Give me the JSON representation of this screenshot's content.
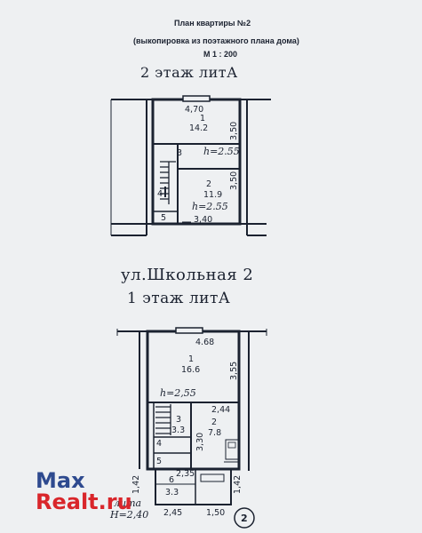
{
  "header": {
    "title": "План квартиры №2",
    "subtitle": "(выкопировка из поэтажного плана дома)",
    "scale": "М 1 : 200"
  },
  "floor2": {
    "title": "2 этаж литА",
    "rooms": [
      {
        "num": "1",
        "area": "14.2"
      },
      {
        "num": "2",
        "area": "11.9"
      },
      {
        "num": "3"
      },
      {
        "num": "4"
      },
      {
        "num": "5"
      }
    ],
    "dims": {
      "top": "4,70",
      "right_upper": "3,50",
      "right_lower": "3,50",
      "bottom": "3,40"
    },
    "heights": [
      "h=2.55",
      "h=2.55"
    ]
  },
  "street": "ул.Школьная 2",
  "floor1": {
    "title": "1 этаж литА",
    "rooms": [
      {
        "num": "1",
        "area": "16.6"
      },
      {
        "num": "2",
        "area": "7.8"
      },
      {
        "num": "3",
        "area": "3.3"
      },
      {
        "num": "4"
      },
      {
        "num": "5"
      },
      {
        "num": "6",
        "area": "3.3"
      }
    ],
    "dims": {
      "top": "4.68",
      "right": "3,55",
      "room2_top": "2,44",
      "room2_side": "3,30",
      "left_bottom": "1,42",
      "right_bottom": "1,42",
      "bottom_a": "2,35",
      "bottom_b": "2,45",
      "bottom_c": "1,50"
    },
    "heights": [
      "h=2,55"
    ],
    "porch_label": "лита",
    "porch_height": "H=2,40",
    "circle_mark": "2"
  },
  "watermark": {
    "line1": "Max",
    "line2": "Realt.ru"
  },
  "colors": {
    "ink": "#1b2230",
    "paper": "#eef0f2",
    "watermark_dark": "#2e4a8f",
    "watermark_red": "#d9262b"
  }
}
